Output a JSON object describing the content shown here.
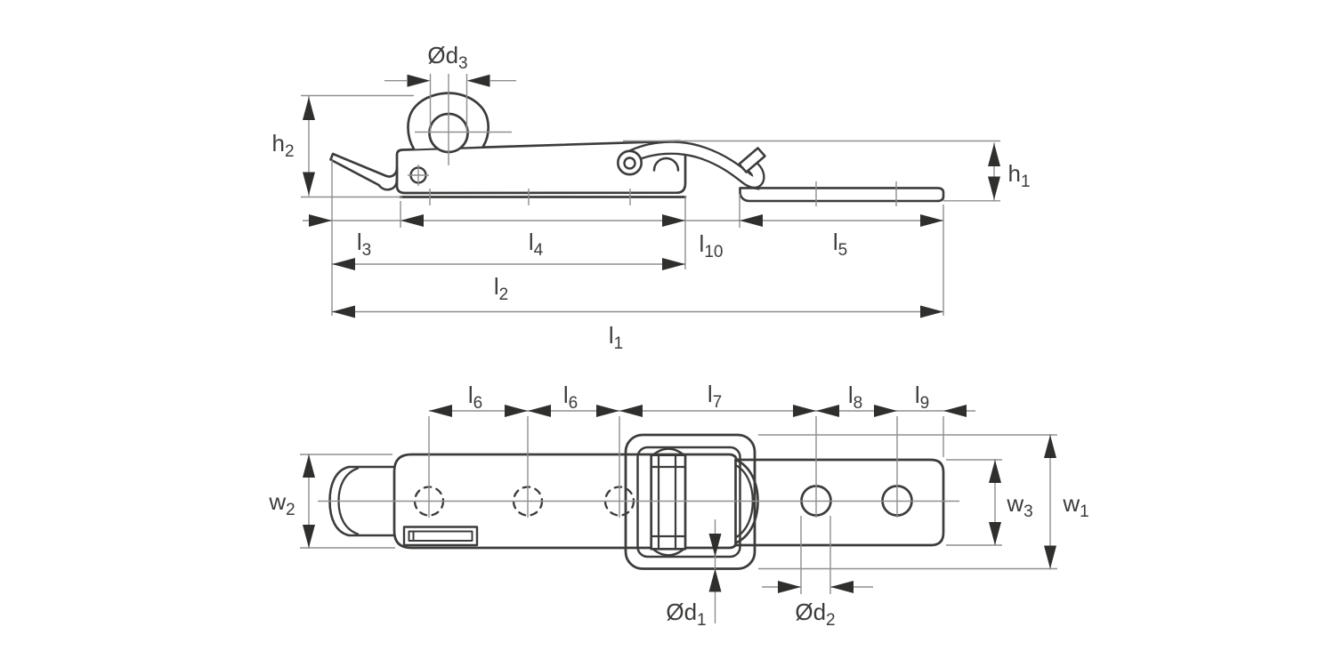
{
  "figure": {
    "description": "Technical line drawing of an adjustable toggle latch (draw latch) with catch plate, shown in side elevation (top) and plan view (bottom), annotated with dimension lines",
    "views": [
      "side-elevation",
      "plan-view"
    ]
  },
  "colors": {
    "background": "#ffffff",
    "outline": "#3c3c3b",
    "dimension_line": "#8f8f8f",
    "arrowhead": "#2f2f2e",
    "text": "#3c3c3b"
  },
  "dims": {
    "h1": {
      "base": "h",
      "sub": "1"
    },
    "h2": {
      "base": "h",
      "sub": "2"
    },
    "l1": {
      "base": "l",
      "sub": "1"
    },
    "l2": {
      "base": "l",
      "sub": "2"
    },
    "l3": {
      "base": "l",
      "sub": "3"
    },
    "l4": {
      "base": "l",
      "sub": "4"
    },
    "l5": {
      "base": "l",
      "sub": "5"
    },
    "l6": {
      "base": "l",
      "sub": "6"
    },
    "l7": {
      "base": "l",
      "sub": "7"
    },
    "l8": {
      "base": "l",
      "sub": "8"
    },
    "l9": {
      "base": "l",
      "sub": "9"
    },
    "l10": {
      "base": "l",
      "sub": "10"
    },
    "w1": {
      "base": "w",
      "sub": "1"
    },
    "w2": {
      "base": "w",
      "sub": "2"
    },
    "w3": {
      "base": "w",
      "sub": "3"
    },
    "d1": {
      "base": "Ød",
      "sub": "1"
    },
    "d2": {
      "base": "Ød",
      "sub": "2"
    },
    "d3": {
      "base": "Ød",
      "sub": "3"
    }
  }
}
